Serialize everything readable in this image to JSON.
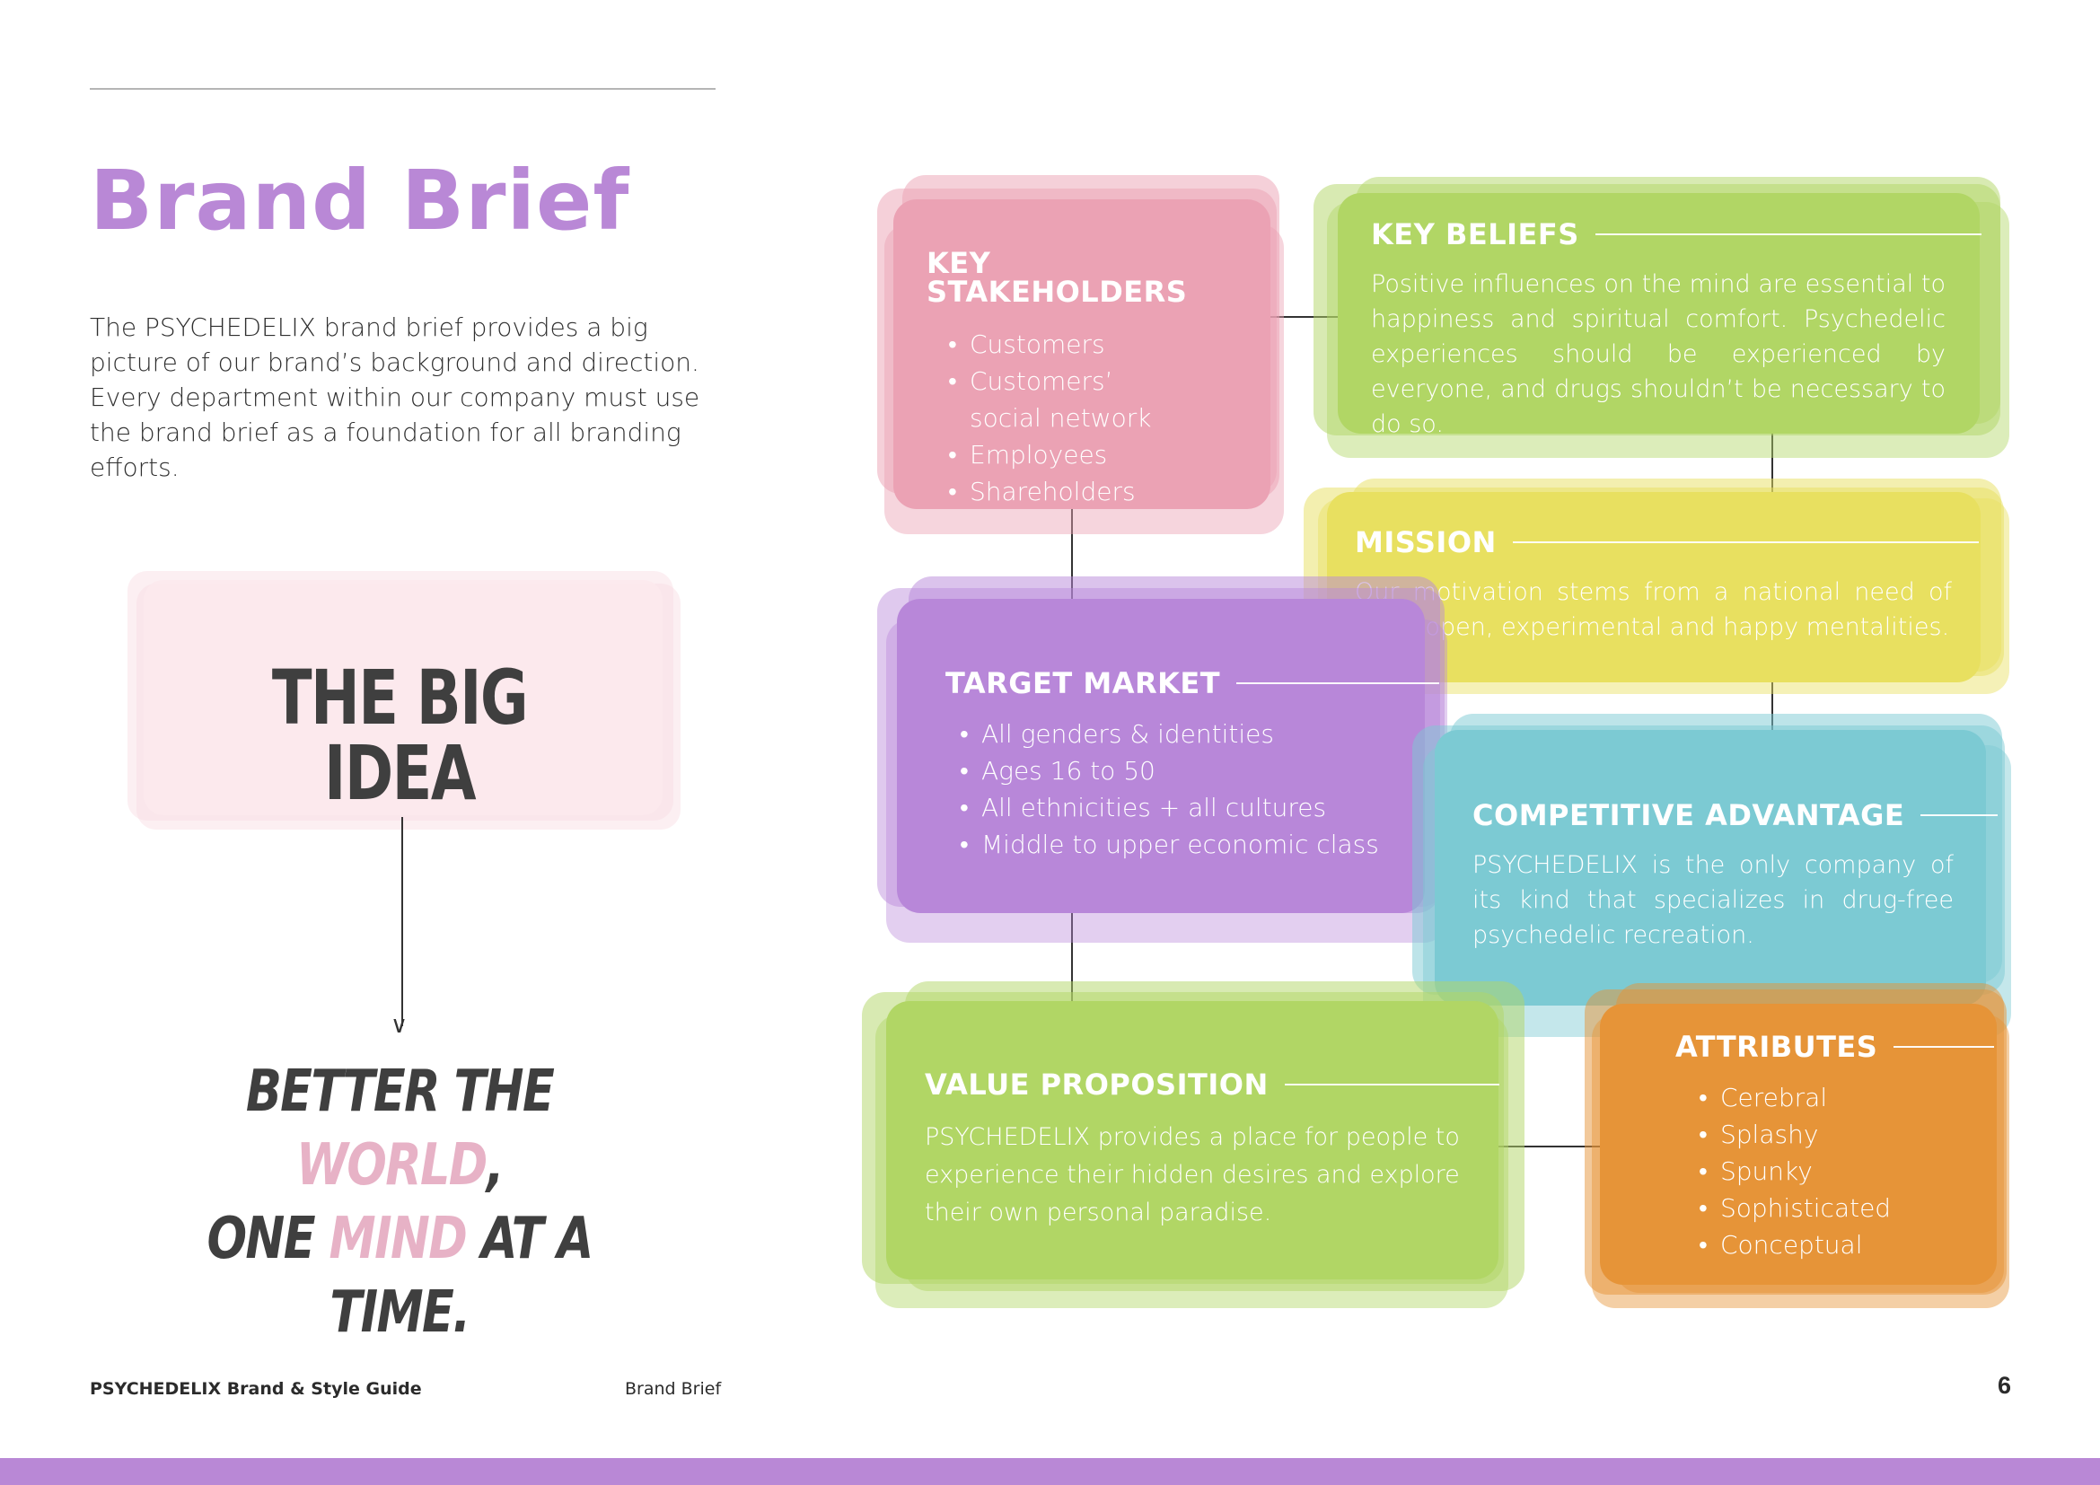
{
  "colors": {
    "accent": "#b988d6",
    "pink": "#eba2b4",
    "pink_light": "#fbe9ed",
    "green": "#b1d665",
    "yellow": "#e8e060",
    "purple": "#b887d9",
    "cyan": "#7ccad3",
    "orange": "#e69438",
    "dark_text": "#3f3f3f"
  },
  "page": {
    "title": "Brand Brief",
    "intro": "The PSYCHEDELIX brand brief provides a big picture of our brand’s background and direction. Every department within our company must use the brand brief as a foundation for all branding efforts."
  },
  "big_idea": {
    "title": "THE BIG IDEA",
    "tagline_line1": [
      "BETTER THE ",
      "WORLD",
      ","
    ],
    "tagline_line2": [
      "ONE ",
      "MIND",
      " AT A TIME."
    ]
  },
  "boxes": {
    "key_stakeholders": {
      "heading": "KEY STAKEHOLDERS",
      "items": [
        "Customers",
        "Customers’",
        "social network",
        "Employees",
        "Shareholders"
      ]
    },
    "key_beliefs": {
      "heading": "KEY BELIEFS",
      "text": "Positive influences on the mind are essential to happiness and spiritual comfort. Psychedelic experiences should be experienced by everyone, and drugs shouldn’t be necessary to do so."
    },
    "mission": {
      "heading": "MISSION",
      "text": "Our motivation stems from a national need of more open, experimental and happy mentalities."
    },
    "target_market": {
      "heading": "TARGET MARKET",
      "items": [
        "All genders & identities",
        "Ages 16 to 50",
        "All ethnicities + all cultures",
        "Middle to upper economic class"
      ]
    },
    "competitive_advantage": {
      "heading": "COMPETITIVE ADVANTAGE",
      "text": "PSYCHEDELIX is the only company of its kind that specializes in drug-free psychedelic recreation."
    },
    "value_proposition": {
      "heading": "VALUE PROPOSITION",
      "text": "PSYCHEDELIX provides a place for people to experience their hidden desires and explore their own personal paradise."
    },
    "attributes": {
      "heading": "ATTRIBUTES",
      "items": [
        "Cerebral",
        "Splashy",
        "Spunky",
        "Sophisticated",
        "Conceptual"
      ]
    }
  },
  "footer": {
    "brand": "PSYCHEDELIX Brand & Style Guide",
    "section": "Brand Brief",
    "page_number": "6"
  }
}
